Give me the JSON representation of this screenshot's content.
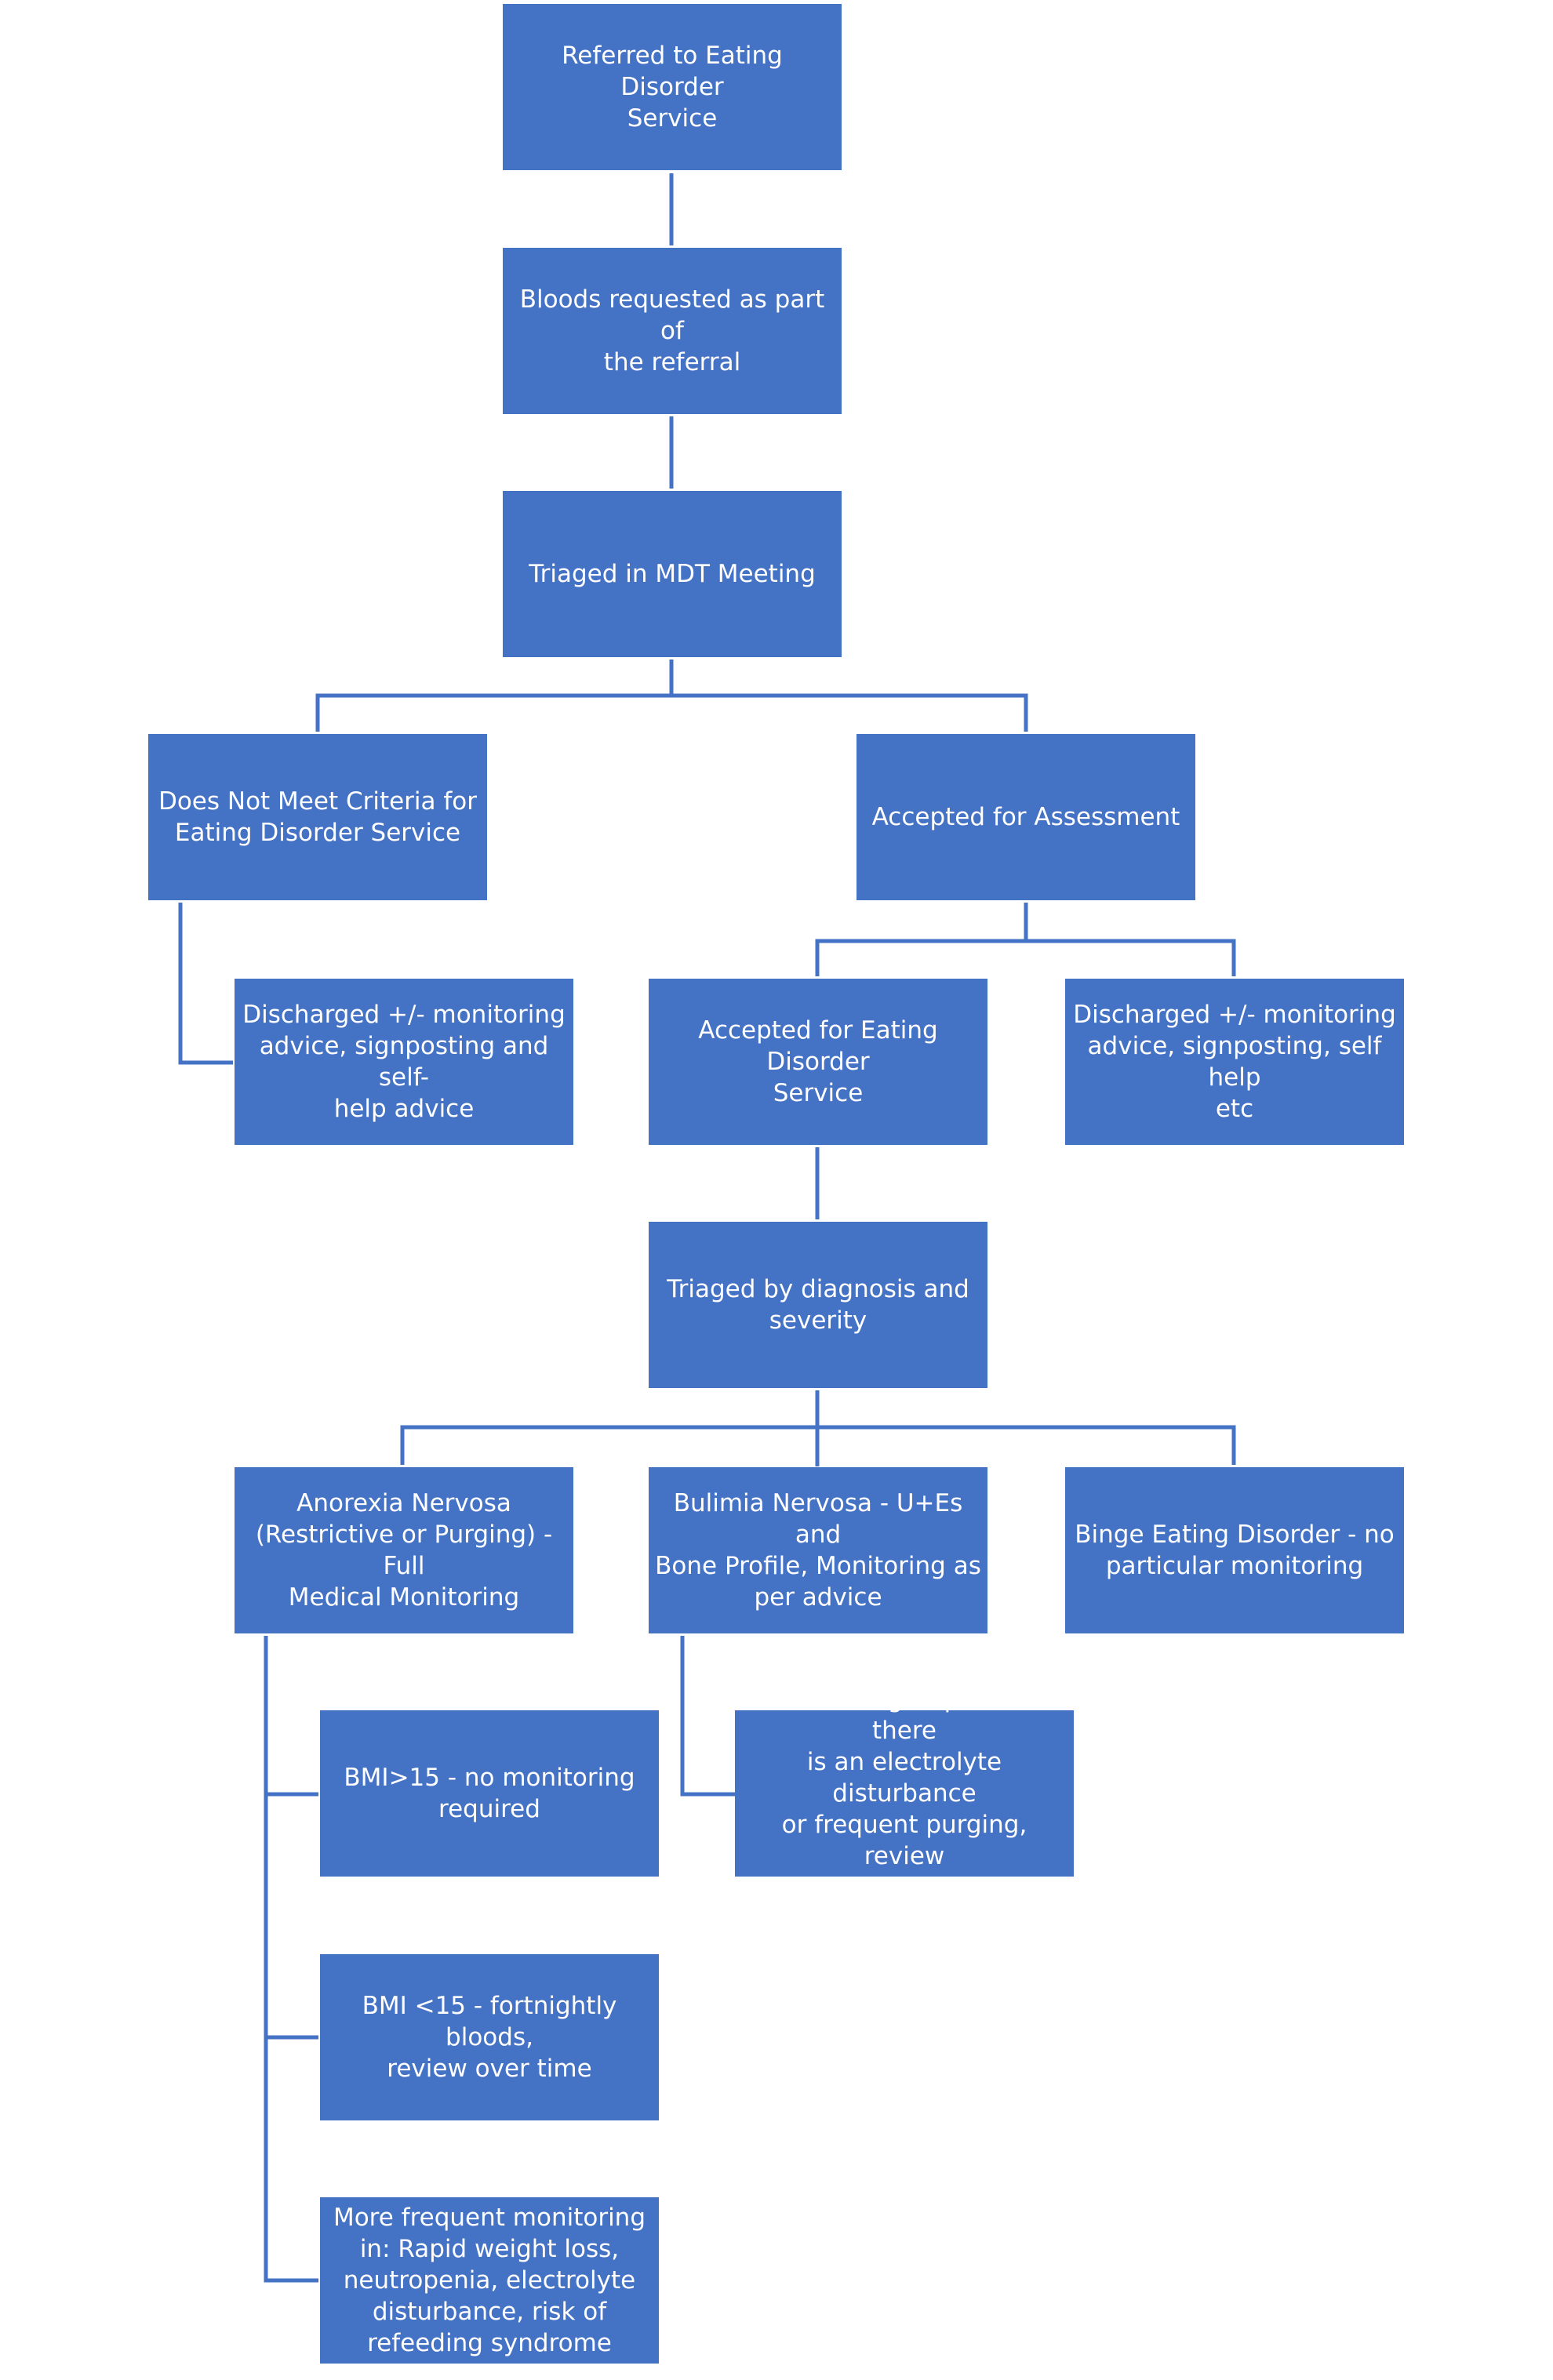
{
  "nodes": {
    "referred": "Referred to Eating Disorder\nService",
    "bloods": "Bloods requested as part of\nthe referral",
    "triaged_mdt": "Triaged in MDT Meeting",
    "not_meet_criteria": "Does Not Meet Criteria for\nEating Disorder Service",
    "accepted_assessment": "Accepted for Assessment",
    "discharged_self_help": "Discharged +/- monitoring\nadvice, signposting and self-\nhelp advice",
    "accepted_service": "Accepted for Eating Disorder\nService",
    "discharged_etc": "Discharged +/- monitoring\nadvice, signposting, self help\netc",
    "triaged_diagnosis": "Triaged by diagnosis and\nseverity",
    "anorexia": "Anorexia Nervosa\n(Restrictive or Purging) - Full\nMedical Monitoring",
    "bulimia": "Bulimia Nervosa - U+Es and\nBone Profile, Monitoring as\nper advice",
    "binge": "Binge Eating Disorder - no\nparticular monitoring",
    "bmi_over_15": "BMI>15 - no monitoring\nrequired",
    "bmi_under_15": "BMI <15 - fortnightly bloods,\nreview over time",
    "more_frequent": "More frequent monitoring\nin: Rapid weight loss,\nneutropenia, electrolyte\ndisturbance, risk of\nrefeeding syndrome",
    "monitoring_if": "Monitoring required if there\nis an electrolyte disturbance\nor frequent purging, review\nover time"
  },
  "colors": {
    "box_fill": "#4472c4",
    "connector": "#4472c4",
    "text": "#ffffff"
  }
}
